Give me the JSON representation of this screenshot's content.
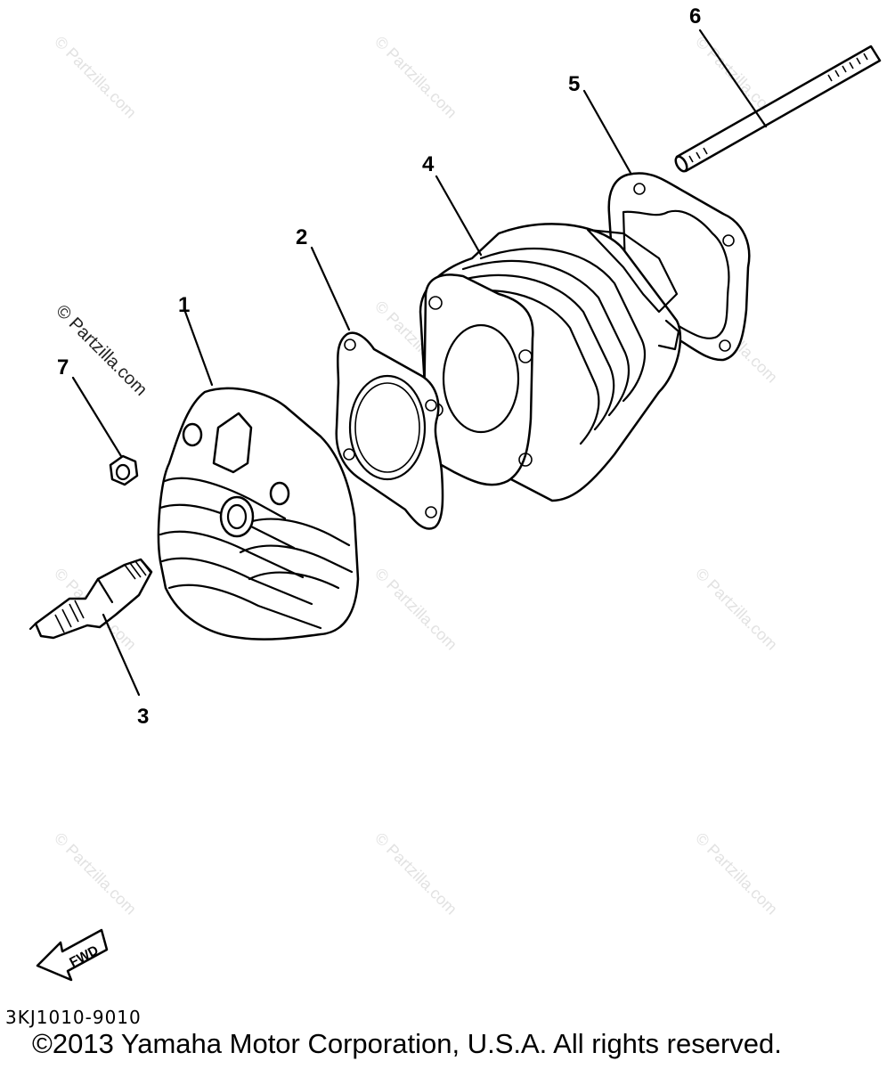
{
  "callouts": {
    "p1": "1",
    "p2": "2",
    "p3": "3",
    "p4": "4",
    "p5": "5",
    "p6": "6",
    "p7": "7"
  },
  "watermark": {
    "faint": "© Partzilla.com",
    "prominent": "© Partzilla.com"
  },
  "fwd_label": "FWD",
  "diagram_code": "3KJ1010-9010",
  "copyright": "©2013 Yamaha Motor Corporation, U.S.A. All rights reserved."
}
